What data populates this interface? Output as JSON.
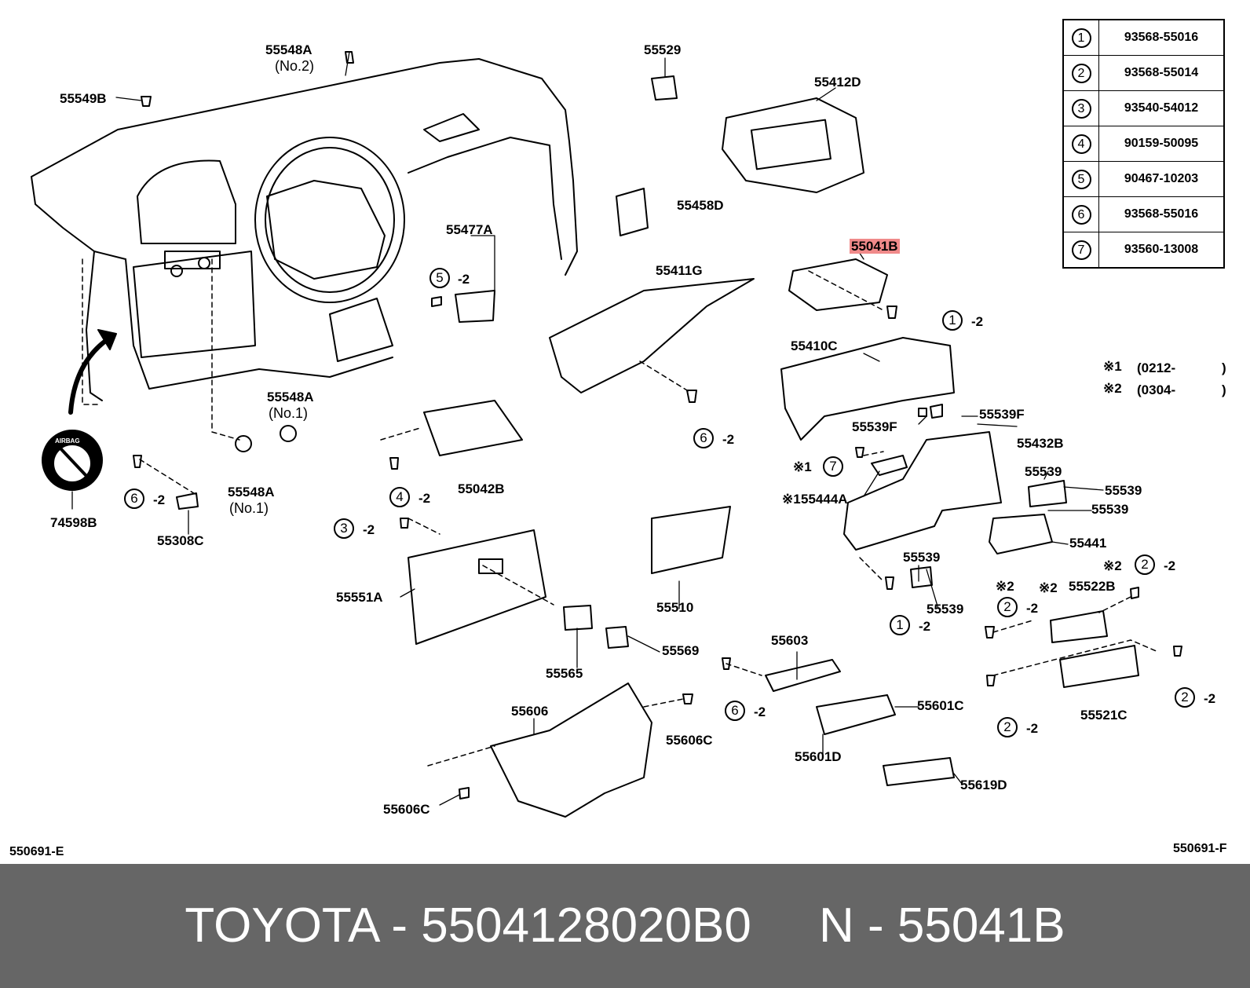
{
  "diagram": {
    "top_labels": {
      "l55548a_no2": "55548A",
      "l55548a_no2_sub": "(No.2)",
      "l55549b": "55549B",
      "l55529": "55529",
      "l55412d": "55412D",
      "l55458d": "55458D",
      "l55477a": "55477A",
      "l55411g": "55411G",
      "l55041b": "55041B",
      "l55410c": "55410C",
      "l55548a_a": "55548A",
      "l55548a_a_sub": "(No.1)",
      "l55548a_b": "55548A",
      "l55548a_b_sub": "(No.1)",
      "l74598b": "74598B",
      "l55308c": "55308C",
      "l55042b": "55042B",
      "l55539f_a": "55539F",
      "l55539f_b": "55539F",
      "l55432b": "55432B",
      "l55444a": "55444A",
      "l55539_a": "55539",
      "l55539_b": "55539",
      "l55539_c": "55539",
      "l55441": "55441",
      "l55539_d": "55539",
      "l55539_e": "55539",
      "l55522b": "55522B",
      "l55551a": "55551A",
      "l55510": "55510",
      "l55569": "55569",
      "l55565": "55565",
      "l55603": "55603",
      "l55601c": "55601C",
      "l55601d": "55601D",
      "l55521c": "55521C",
      "l55606": "55606",
      "l55606c_a": "55606C",
      "l55606c_b": "55606C",
      "l55619d": "55619D"
    },
    "callouts": {
      "c5a": "5",
      "c5a_q": "-2",
      "c1a": "1",
      "c1a_q": "-2",
      "c6a": "6",
      "c6a_q": "-2",
      "c6b": "6",
      "c6b_q": "-2",
      "c4": "4",
      "c4_q": "-2",
      "c3": "3",
      "c3_q": "-2",
      "c7": "7",
      "c1b": "1",
      "c1b_q": "-2",
      "c2a": "2",
      "c2a_q": "-2",
      "c2b": "2",
      "c2b_q": "-2",
      "c2c": "2",
      "c2c_q": "-2",
      "c2d": "2",
      "c2d_q": "-2",
      "c6c": "6",
      "c6c_q": "-2"
    },
    "marks": {
      "m1_7": "※1",
      "m1_55444a": "※1",
      "m2_a": "※2",
      "m2_b": "※2",
      "m2_55522b": "※2",
      "note1": "※1",
      "note1_text": "(0212-",
      "note1_close": ")",
      "note2": "※2",
      "note2_text": "(0304-",
      "note2_close": ")"
    },
    "airbag_text": "AIRBAG",
    "ref_left": "550691-E",
    "ref_right": "550691-F"
  },
  "parts_table": [
    {
      "num": "1",
      "part": "93568-55016"
    },
    {
      "num": "2",
      "part": "93568-55014"
    },
    {
      "num": "3",
      "part": "93540-54012"
    },
    {
      "num": "4",
      "part": "90159-50095"
    },
    {
      "num": "5",
      "part": "90467-10203"
    },
    {
      "num": "6",
      "part": "93568-55016"
    },
    {
      "num": "7",
      "part": "93560-13008"
    }
  ],
  "footer": {
    "text": "TOYOTA - 5504128020B0     N - 55041B"
  },
  "colors": {
    "highlight": "#f08a8a",
    "footer_bg": "#666666",
    "footer_text": "#ffffff"
  }
}
